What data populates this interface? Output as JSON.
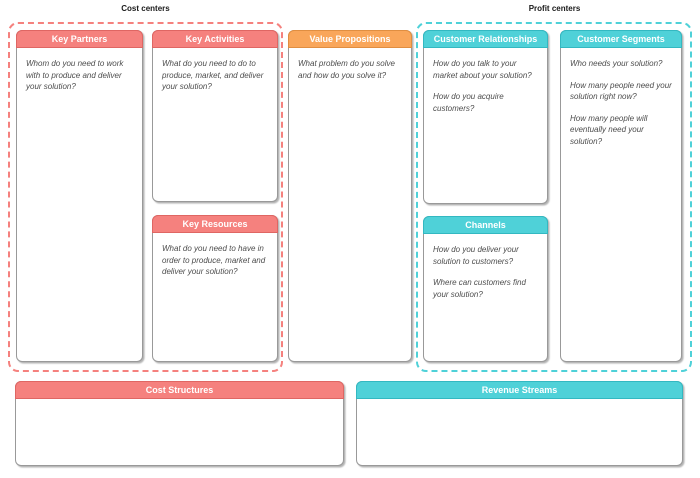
{
  "colors": {
    "salmon": "#F5817E",
    "salmon_dark": "#DF6663",
    "orange": "#F9A65A",
    "orange_dark": "#E08E41",
    "teal": "#4FD1D8",
    "teal_dark": "#33B8C1",
    "card_border": "#999999",
    "body_text": "#4D4D4D",
    "label_text": "#1A1A1A"
  },
  "groups": {
    "cost": {
      "label": "Cost centers"
    },
    "profit": {
      "label": "Profit centers"
    }
  },
  "sections": {
    "key_partners": {
      "title": "Key Partners",
      "body": [
        "Whom do you need to work with to produce and deliver your solution?"
      ]
    },
    "key_activities": {
      "title": "Key Activities",
      "body": [
        "What do you need to do to produce, market, and deliver your solution?"
      ]
    },
    "key_resources": {
      "title": "Key Resources",
      "body": [
        "What do you need to have in order to produce, market and deliver your solution?"
      ]
    },
    "value_propositions": {
      "title": "Value Propositions",
      "body": [
        "What problem do you solve and how do you solve it?"
      ]
    },
    "customer_relationships": {
      "title": "Customer Relationships",
      "body": [
        "How do you talk to your market about your solution?",
        "How do you acquire customers?"
      ]
    },
    "channels": {
      "title": "Channels",
      "body": [
        "How do you deliver your solution to customers?",
        "Where can customers find your solution?"
      ]
    },
    "customer_segments": {
      "title": "Customer Segments",
      "body": [
        "Who needs your solution?",
        "How many people need your solution right now?",
        "How many people will eventually need your solution?"
      ]
    },
    "cost_structures": {
      "title": "Cost Structures",
      "body": []
    },
    "revenue_streams": {
      "title": "Revenue Streams",
      "body": []
    }
  }
}
